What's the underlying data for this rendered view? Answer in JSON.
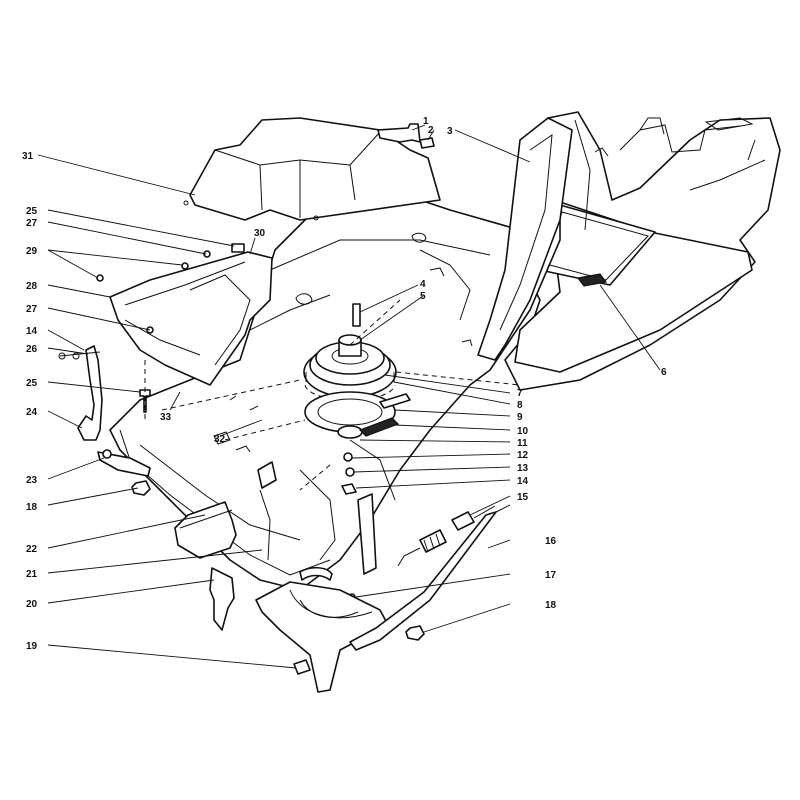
{
  "callouts": [
    {
      "id": "c1",
      "text": "1"
    },
    {
      "id": "c2",
      "text": "2"
    },
    {
      "id": "c3",
      "text": "3"
    },
    {
      "id": "c4",
      "text": "4"
    },
    {
      "id": "c5",
      "text": "5"
    },
    {
      "id": "c6",
      "text": "6"
    },
    {
      "id": "c7",
      "text": "7"
    },
    {
      "id": "c8",
      "text": "8"
    },
    {
      "id": "c9",
      "text": "9"
    },
    {
      "id": "c10",
      "text": "10"
    },
    {
      "id": "c11",
      "text": "11"
    },
    {
      "id": "c12",
      "text": "12"
    },
    {
      "id": "c13",
      "text": "13"
    },
    {
      "id": "c14a",
      "text": "14"
    },
    {
      "id": "c14b",
      "text": "14"
    },
    {
      "id": "c15",
      "text": "15"
    },
    {
      "id": "c16",
      "text": "16"
    },
    {
      "id": "c17",
      "text": "17"
    },
    {
      "id": "c18a",
      "text": "18"
    },
    {
      "id": "c18b",
      "text": "18"
    },
    {
      "id": "c19",
      "text": "19"
    },
    {
      "id": "c20",
      "text": "20"
    },
    {
      "id": "c21",
      "text": "21"
    },
    {
      "id": "c22",
      "text": "22"
    },
    {
      "id": "c23",
      "text": "23"
    },
    {
      "id": "c24",
      "text": "24"
    },
    {
      "id": "c25a",
      "text": "25"
    },
    {
      "id": "c25b",
      "text": "25"
    },
    {
      "id": "c26",
      "text": "26"
    },
    {
      "id": "c27a",
      "text": "27"
    },
    {
      "id": "c27b",
      "text": "27"
    },
    {
      "id": "c28",
      "text": "28"
    },
    {
      "id": "c29",
      "text": "29"
    },
    {
      "id": "c30",
      "text": "30"
    },
    {
      "id": "c31",
      "text": "31"
    },
    {
      "id": "c32",
      "text": "32"
    },
    {
      "id": "c33",
      "text": "33"
    }
  ]
}
